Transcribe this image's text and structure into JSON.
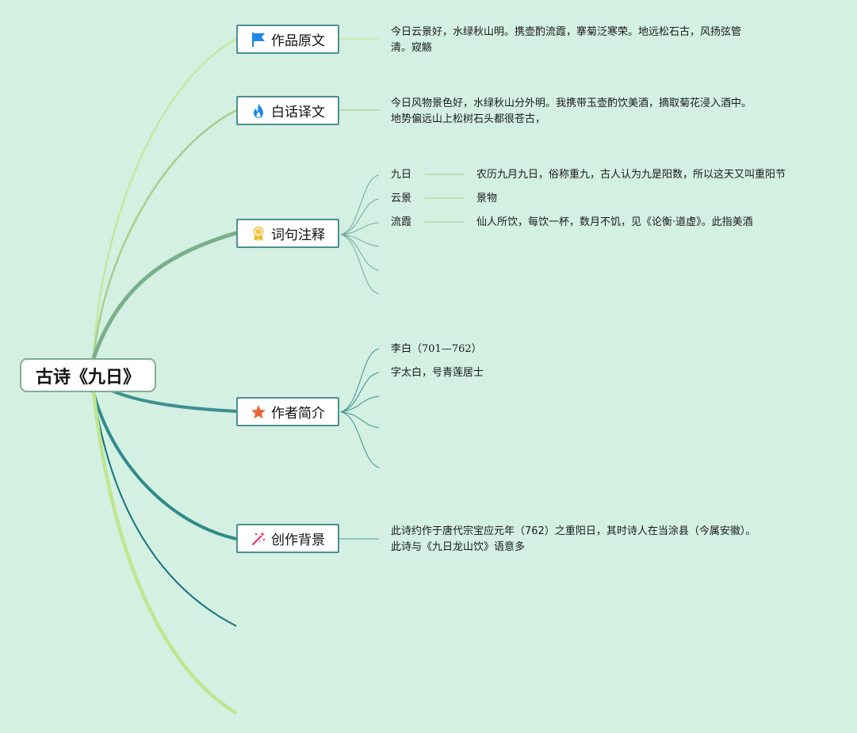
{
  "root": {
    "title": "古诗《九日》"
  },
  "topics": [
    {
      "label": "作品原文",
      "icon": "flag-icon",
      "icon_color": "#1f8ae8"
    },
    {
      "label": "白话译文",
      "icon": "flame-icon",
      "icon_color": "#1f8ae8"
    },
    {
      "label": "词句注释",
      "icon": "award-ribbon-icon",
      "icon_color": "#e8b51f"
    },
    {
      "label": "作者简介",
      "icon": "star-icon",
      "icon_color": "#e8663a"
    },
    {
      "label": "创作背景",
      "icon": "magic-wand-icon",
      "icon_color": "#e0336b"
    }
  ],
  "original": {
    "line1": "今日云景好，水绿秋山明。携壶酌流霞，搴菊泛寒荣。地远松石古，风扬弦管",
    "line2": "清。窥觞"
  },
  "translation": {
    "line1": "今日风物景色好，水绿秋山分外明。我携带玉壶酌饮美酒，摘取菊花浸入酒中。",
    "line2": "地势偏远山上松树石头都很苍古，"
  },
  "notes": [
    {
      "term": "九日",
      "meaning": "农历九月九日，俗称重九，古人认为九是阳数，所以这天又叫重阳节"
    },
    {
      "term": "云景",
      "meaning": "景物"
    },
    {
      "term": "流霞",
      "meaning": "仙人所饮，每饮一杯，数月不饥，见《论衡·道虚》。此指美酒"
    }
  ],
  "author": {
    "line1": "李白（701—762）",
    "line2": "字太白，号青莲居士"
  },
  "background": {
    "line1": "此诗约作于唐代宗宝应元年（762）之重阳日，其时诗人在当涂县（今属安徽）。",
    "line2": "此诗与《九日龙山饮》语意多"
  },
  "colors": {
    "background": "#d3f0e2",
    "branch_light": "#c8e6a0",
    "branch_olive": "#a6d08a",
    "branch_green": "#7aaf8a",
    "branch_teal": "#3d8f8f",
    "branch_darkteal": "#17717e",
    "branch_lime": "#c0e58e"
  }
}
